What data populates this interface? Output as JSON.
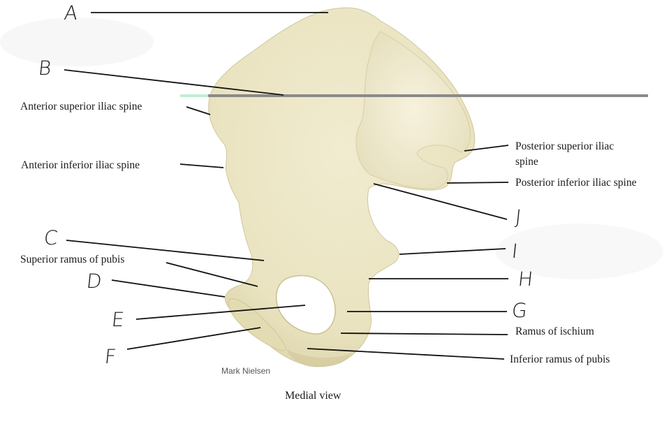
{
  "figure": {
    "caption": "Medial view",
    "credit": "Mark Nielsen",
    "bone_color": "#ece7c6",
    "bone_shadow_color": "#d9d2a8",
    "leader_line_color": "#111111",
    "highlight_line_color": "#8a8a8a"
  },
  "letter_labels": [
    {
      "id": "A",
      "text": "A"
    },
    {
      "id": "B",
      "text": "B"
    },
    {
      "id": "C",
      "text": "C"
    },
    {
      "id": "D",
      "text": "D"
    },
    {
      "id": "E",
      "text": "E"
    },
    {
      "id": "F",
      "text": "F"
    },
    {
      "id": "G",
      "text": "G"
    },
    {
      "id": "H",
      "text": "H"
    },
    {
      "id": "I",
      "text": "I"
    },
    {
      "id": "J",
      "text": "J"
    }
  ],
  "text_labels": {
    "asis": "Anterior superior iliac spine",
    "aiis": "Anterior inferior iliac spine",
    "psis_line1": "Posterior superior iliac",
    "psis_line2": "spine",
    "piis": "Posterior inferior iliac spine",
    "sup_ramus_pubis": "Superior ramus of pubis",
    "ramus_ischium": "Ramus of ischium",
    "inf_ramus_pubis": "Inferior ramus of pubis"
  }
}
